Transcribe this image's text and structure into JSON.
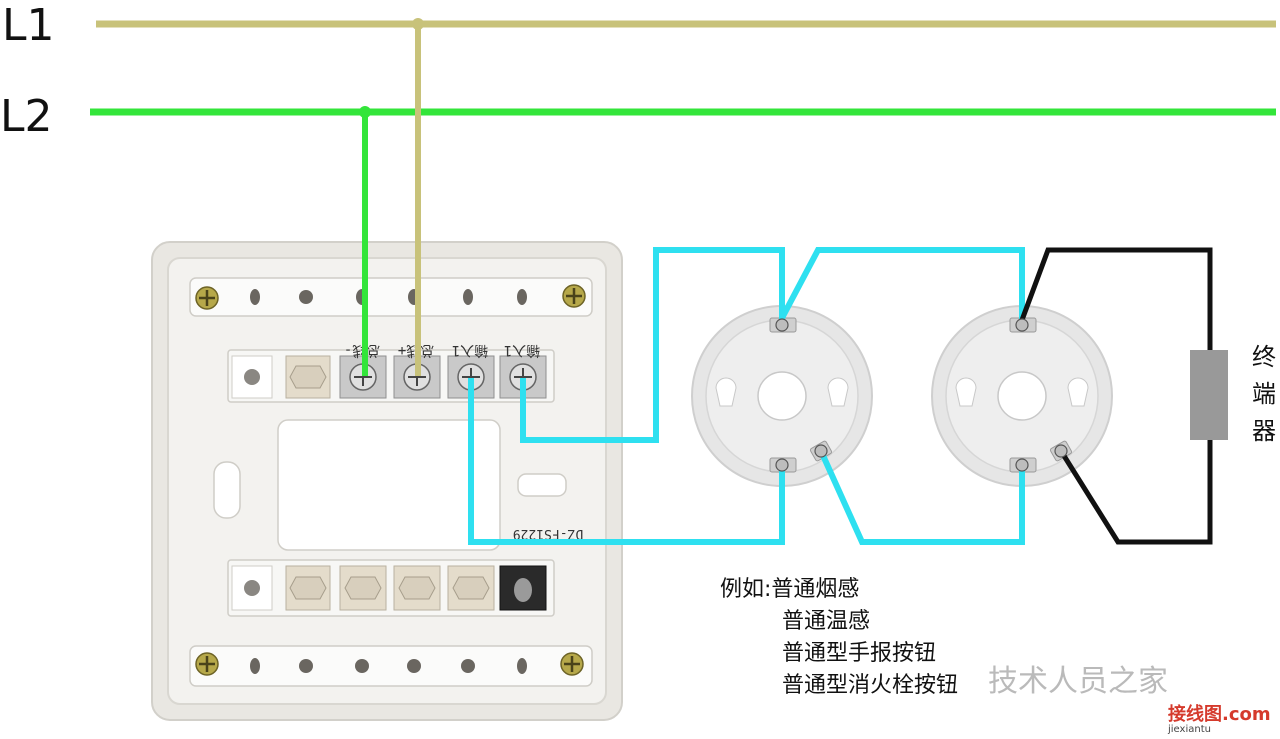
{
  "bus": {
    "l1_label": "L1",
    "l2_label": "L2",
    "l1_color": "#c8c27a",
    "l2_color": "#33e53a"
  },
  "module": {
    "terminal_labels": [
      "总线-",
      "总线+",
      "输入1",
      "输入1"
    ],
    "model": "DZ-FS1229"
  },
  "wiring": {
    "signal_color": "#2ee0f0",
    "eol_color": "#111111"
  },
  "end_of_line": {
    "label_lines": [
      "终",
      "端",
      "器"
    ],
    "resistor_color": "#999999"
  },
  "examples": {
    "lines": [
      "例如:普通烟感",
      "普通温感",
      "普通型手报按钮",
      "普通型消火栓按钮"
    ]
  },
  "watermark": {
    "text": "技术人员之家",
    "site_main": "接线图.com",
    "site_sub": "jiexiantu"
  }
}
